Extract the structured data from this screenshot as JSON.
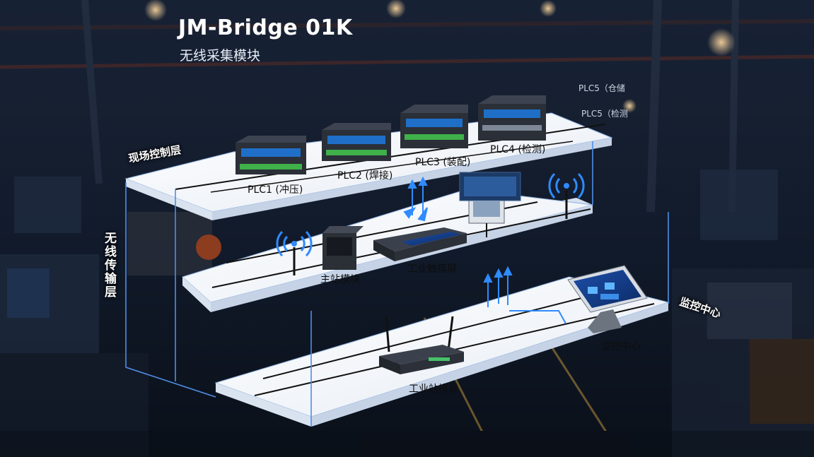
{
  "header": {
    "title": "JM-Bridge 01K",
    "subtitle": "无线采集模块"
  },
  "layers": {
    "field_control": "现场控制层",
    "wireless_transmission": "无线传输层",
    "monitoring_center": "监控中心"
  },
  "plcs": [
    {
      "label": "PLC1 (冲压)"
    },
    {
      "label": "PLC2 (焊接)"
    },
    {
      "label": "PLC3 (装配)"
    },
    {
      "label": "PLC4 (检测)"
    }
  ],
  "background_labels": {
    "plc5_storage": "PLC5（仓储",
    "plc5_inspection": "PLC5（检测"
  },
  "devices": {
    "master_module": "主站模块",
    "industrial_touchscreen": "工业触摸屏",
    "industrial_station_screen": "工业站摸屏",
    "monitoring_center_device": "监控中心"
  },
  "colors": {
    "signal_blue": "#2f8bff",
    "platform_white": "#f4f7fb",
    "edge_blue": "#4f8ee6"
  }
}
